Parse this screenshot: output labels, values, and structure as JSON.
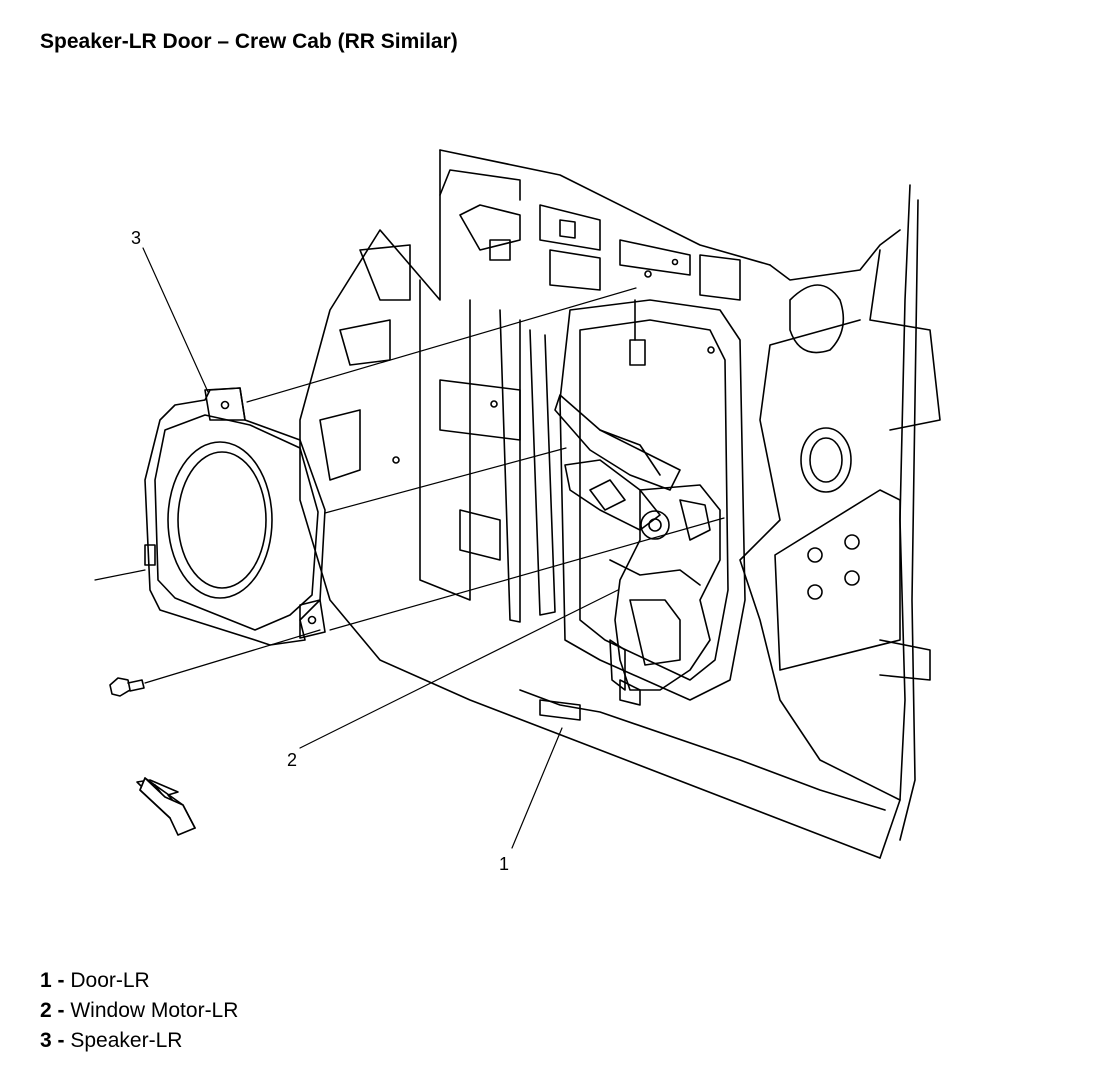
{
  "title": "Speaker-LR Door – Crew Cab (RR Similar)",
  "callouts": {
    "c1": "1",
    "c2": "2",
    "c3": "3"
  },
  "legend": [
    {
      "num": "1",
      "sep": " - ",
      "label": "Door-LR"
    },
    {
      "num": "2",
      "sep": " - ",
      "label": "Window Motor-LR"
    },
    {
      "num": "3",
      "sep": " - ",
      "label": "Speaker-LR"
    }
  ],
  "colors": {
    "line": "#000000",
    "background": "#ffffff"
  }
}
